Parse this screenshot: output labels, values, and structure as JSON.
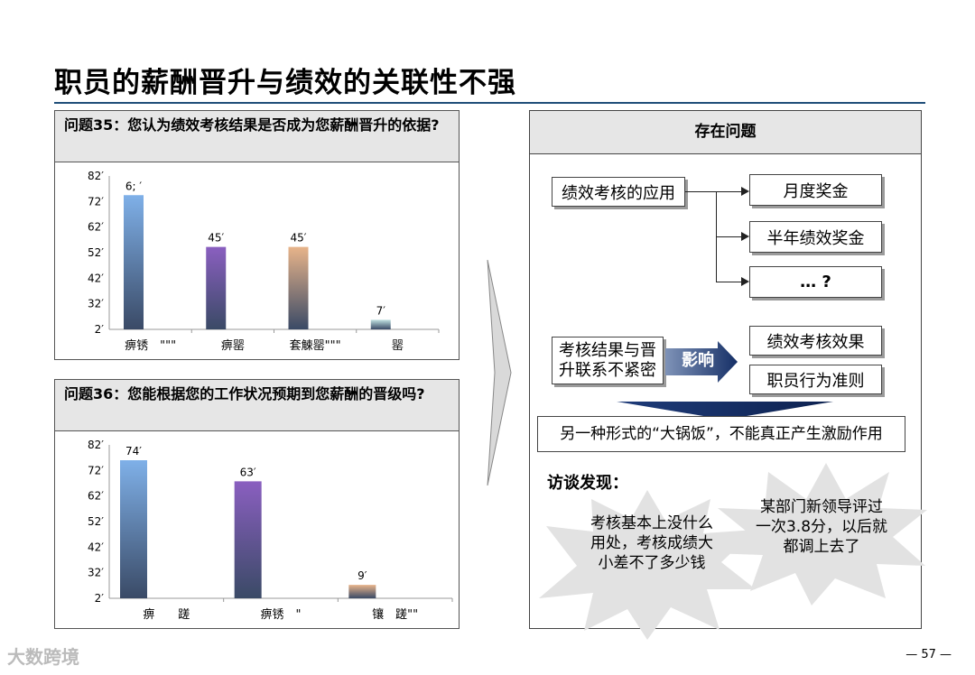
{
  "title": "职员的薪酬晋升与绩效的关联性不强",
  "q35": {
    "question": "问题35：您认为绩效考核结果是否成为您薪酬晋升的依据?",
    "chart_data": {
      "type": "bar",
      "yticks": [
        "82′",
        "72′",
        "62′",
        "52′",
        "42′",
        "32′",
        "2′"
      ],
      "categories": [
        "痹锈　\"\"\"",
        "痹罂",
        "套觫罂\"\"\"",
        "罂"
      ],
      "data_labels": [
        "6; ′",
        "45′",
        "45′",
        "7′"
      ],
      "values": [
        72,
        45,
        45,
        7
      ],
      "colors": [
        "#7fb0e8",
        "#8a5fc0",
        "#e8b48a",
        "#bfe0e0"
      ]
    }
  },
  "q36": {
    "question": "问题36：您能根据您的工作状况预期到您薪酬的晋级吗?",
    "chart_data": {
      "type": "bar",
      "yticks": [
        "82′",
        "72′",
        "62′",
        "52′",
        "42′",
        "32′",
        "2′"
      ],
      "categories": [
        "痹　　蹉",
        "痹锈　\"",
        "镶　蹉\"\""
      ],
      "data_labels": [
        "74′",
        "63′",
        "9′"
      ],
      "values": [
        74,
        63,
        9
      ],
      "colors": [
        "#7fb0e8",
        "#8a5fc0",
        "#e8b48a"
      ]
    }
  },
  "right": {
    "header": "存在问题",
    "apply": "绩效考核的应用",
    "monthly": "月度奖金",
    "halfyear": "半年绩效奖金",
    "more": "…  ?",
    "cause": "考核结果与晋升联系不紧密",
    "impact": "影响",
    "effect1": "绩效考核效果",
    "effect2": "职员行为准则",
    "conclusion": "另一种形式的“大锅饭”，不能真正产生激励作用",
    "interview_label": "访谈发现：",
    "quote1": "考核基本上没什么用处，考核成绩大小差不了多少钱",
    "quote2": "某部门新领导评过一次3.8分，以后就都调上去了"
  },
  "footer": {
    "page": "— 57 —",
    "logo": "大数跨境"
  }
}
